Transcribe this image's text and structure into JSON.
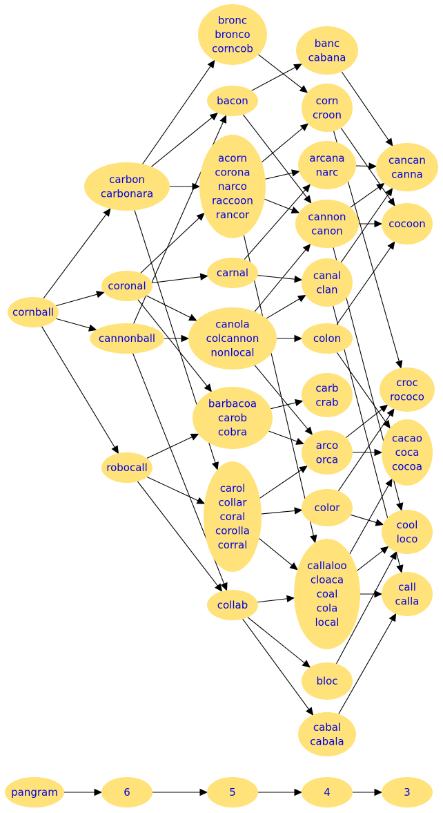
{
  "nodes": [
    {
      "id": "cornball",
      "lines": [
        "cornball"
      ]
    },
    {
      "id": "carbon",
      "lines": [
        "carbon",
        "carbonara"
      ]
    },
    {
      "id": "coronal",
      "lines": [
        "coronal"
      ]
    },
    {
      "id": "cannonball",
      "lines": [
        "cannonball"
      ]
    },
    {
      "id": "robocall",
      "lines": [
        "robocall"
      ]
    },
    {
      "id": "bronc",
      "lines": [
        "bronc",
        "bronco",
        "corncob"
      ]
    },
    {
      "id": "bacon",
      "lines": [
        "bacon"
      ]
    },
    {
      "id": "acorn",
      "lines": [
        "acorn",
        "corona",
        "narco",
        "raccoon",
        "rancor"
      ]
    },
    {
      "id": "carnal",
      "lines": [
        "carnal"
      ]
    },
    {
      "id": "canola",
      "lines": [
        "canola",
        "colcannon",
        "nonlocal"
      ]
    },
    {
      "id": "barbacoa",
      "lines": [
        "barbacoa",
        "carob",
        "cobra"
      ]
    },
    {
      "id": "carol",
      "lines": [
        "carol",
        "collar",
        "coral",
        "corolla",
        "corral"
      ]
    },
    {
      "id": "collab",
      "lines": [
        "collab"
      ]
    },
    {
      "id": "banc",
      "lines": [
        "banc",
        "cabana"
      ]
    },
    {
      "id": "corn",
      "lines": [
        "corn",
        "croon"
      ]
    },
    {
      "id": "arcana",
      "lines": [
        "arcana",
        "narc"
      ]
    },
    {
      "id": "cannon",
      "lines": [
        "cannon",
        "canon"
      ]
    },
    {
      "id": "canal",
      "lines": [
        "canal",
        "clan"
      ]
    },
    {
      "id": "colon",
      "lines": [
        "colon"
      ]
    },
    {
      "id": "carb",
      "lines": [
        "carb",
        "crab"
      ]
    },
    {
      "id": "arco",
      "lines": [
        "arco",
        "orca"
      ]
    },
    {
      "id": "color",
      "lines": [
        "color"
      ]
    },
    {
      "id": "callaloo",
      "lines": [
        "callaloo",
        "cloaca",
        "coal",
        "cola",
        "local"
      ]
    },
    {
      "id": "bloc",
      "lines": [
        "bloc"
      ]
    },
    {
      "id": "cabal",
      "lines": [
        "cabal",
        "cabala"
      ]
    },
    {
      "id": "cancan",
      "lines": [
        "cancan",
        "canna"
      ]
    },
    {
      "id": "cocoon",
      "lines": [
        "cocoon"
      ]
    },
    {
      "id": "croc",
      "lines": [
        "croc",
        "rococo"
      ]
    },
    {
      "id": "cacao",
      "lines": [
        "cacao",
        "coca",
        "cocoa"
      ]
    },
    {
      "id": "cool",
      "lines": [
        "cool",
        "loco"
      ]
    },
    {
      "id": "call",
      "lines": [
        "call",
        "calla"
      ]
    },
    {
      "id": "pangram",
      "lines": [
        "pangram"
      ]
    },
    {
      "id": "n6",
      "lines": [
        "6"
      ]
    },
    {
      "id": "n5",
      "lines": [
        "5"
      ]
    },
    {
      "id": "n4",
      "lines": [
        "4"
      ]
    },
    {
      "id": "n3",
      "lines": [
        "3"
      ]
    }
  ],
  "edges": [
    [
      "cornball",
      "carbon"
    ],
    [
      "cornball",
      "coronal"
    ],
    [
      "cornball",
      "cannonball"
    ],
    [
      "cornball",
      "robocall"
    ],
    [
      "carbon",
      "bronc"
    ],
    [
      "carbon",
      "bacon"
    ],
    [
      "carbon",
      "acorn"
    ],
    [
      "carbon",
      "carol"
    ],
    [
      "coronal",
      "acorn"
    ],
    [
      "coronal",
      "carnal"
    ],
    [
      "coronal",
      "canola"
    ],
    [
      "coronal",
      "barbacoa"
    ],
    [
      "cannonball",
      "bacon"
    ],
    [
      "cannonball",
      "canola"
    ],
    [
      "cannonball",
      "collab"
    ],
    [
      "robocall",
      "barbacoa"
    ],
    [
      "robocall",
      "carol"
    ],
    [
      "robocall",
      "collab"
    ],
    [
      "bronc",
      "corn"
    ],
    [
      "bacon",
      "banc"
    ],
    [
      "bacon",
      "cannon"
    ],
    [
      "acorn",
      "corn"
    ],
    [
      "acorn",
      "arcana"
    ],
    [
      "acorn",
      "cannon"
    ],
    [
      "acorn",
      "callaloo"
    ],
    [
      "carnal",
      "arcana"
    ],
    [
      "carnal",
      "canal"
    ],
    [
      "canola",
      "cannon"
    ],
    [
      "canola",
      "canal"
    ],
    [
      "canola",
      "colon"
    ],
    [
      "canola",
      "arco"
    ],
    [
      "barbacoa",
      "carb"
    ],
    [
      "barbacoa",
      "arco"
    ],
    [
      "carol",
      "arco"
    ],
    [
      "carol",
      "color"
    ],
    [
      "carol",
      "callaloo"
    ],
    [
      "collab",
      "callaloo"
    ],
    [
      "collab",
      "bloc"
    ],
    [
      "collab",
      "cabal"
    ],
    [
      "banc",
      "cancan"
    ],
    [
      "corn",
      "cocoon"
    ],
    [
      "corn",
      "croc"
    ],
    [
      "arcana",
      "cancan"
    ],
    [
      "cannon",
      "cancan"
    ],
    [
      "cannon",
      "cocoon"
    ],
    [
      "cannon",
      "cool"
    ],
    [
      "canal",
      "cancan"
    ],
    [
      "canal",
      "call"
    ],
    [
      "colon",
      "cocoon"
    ],
    [
      "colon",
      "cacao"
    ],
    [
      "arco",
      "croc"
    ],
    [
      "arco",
      "cacao"
    ],
    [
      "color",
      "croc"
    ],
    [
      "color",
      "cool"
    ],
    [
      "callaloo",
      "cacao"
    ],
    [
      "callaloo",
      "cool"
    ],
    [
      "callaloo",
      "call"
    ],
    [
      "bloc",
      "cool"
    ],
    [
      "cabal",
      "call"
    ],
    [
      "pangram",
      "n6"
    ],
    [
      "n6",
      "n5"
    ],
    [
      "n5",
      "n4"
    ],
    [
      "n4",
      "n3"
    ]
  ]
}
